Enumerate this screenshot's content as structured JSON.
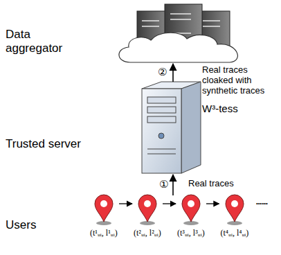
{
  "diagram": {
    "nodes": [
      {
        "text": [
          "Data aggregator"
        ]
      },
      {
        "text": [
          "Trusted server",
          "W³-tess"
        ]
      },
      {
        "text": [
          "Users"
        ]
      },
      {
        "text": [
          "(t¹ᵤᵢ, l¹ᵤᵢ)"
        ],
        "in": 2
      },
      {
        "text": [
          "(t²ᵤᵢ, l²ᵤᵢ)"
        ],
        "in": 2
      },
      {
        "text": [
          "(t³ᵤᵢ, l³ᵤᵢ)"
        ],
        "in": 2
      },
      {
        "text": [
          "(t⁴ᵤᵢ, l⁴ᵤᵢ)"
        ],
        "in": 2
      }
    ],
    "edges": [
      {
        "from": 2,
        "to": 1,
        "label": "Real traces",
        "arrow": "to"
      },
      {
        "from": 1,
        "to": 0,
        "label": "Real traces cloaked with synthetic traces",
        "arrow": "to"
      },
      {
        "from": 3,
        "to": 4,
        "arrow": "to"
      },
      {
        "from": 4,
        "to": 5,
        "arrow": "to"
      },
      {
        "from": 5,
        "to": 6,
        "arrow": "to"
      }
    ],
    "labels": [
      "①",
      "②",
      "••••••"
    ]
  }
}
